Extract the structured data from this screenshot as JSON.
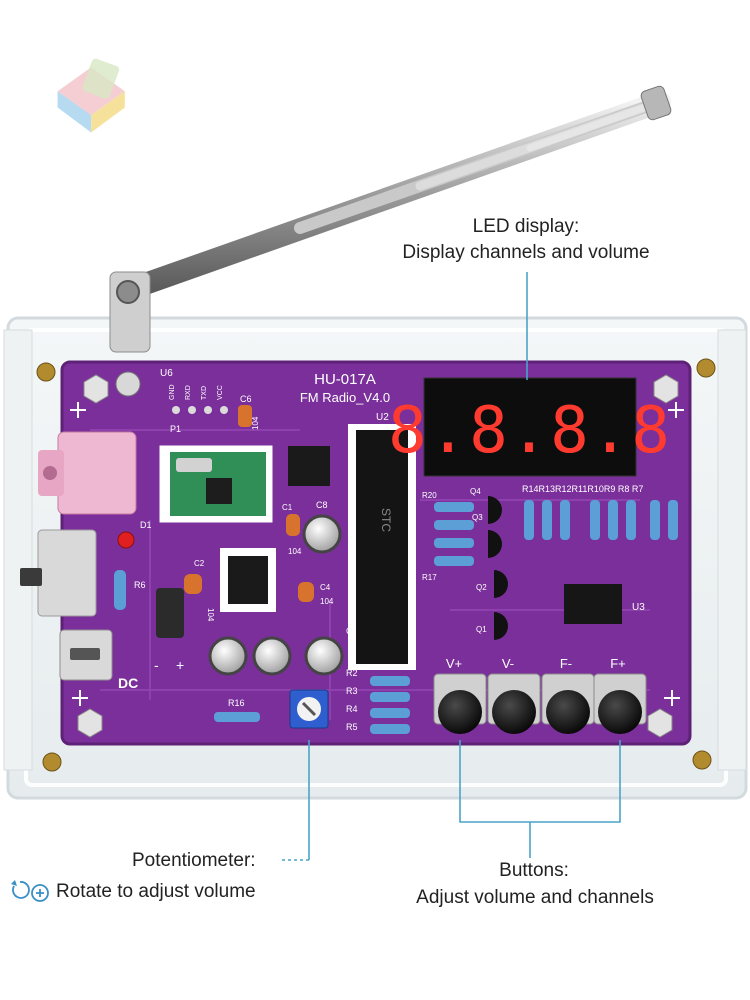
{
  "board": {
    "model": "HU-017A",
    "name": "FM Radio_V4.0",
    "pins": [
      "GND",
      "RXD",
      "TXD",
      "VCC"
    ],
    "pin_header": "P1",
    "u6": "U6",
    "u2": "U2",
    "u3": "U3",
    "c6": "C6",
    "c6_value": "104",
    "c8": "C8",
    "c1": "C1",
    "c2": "C2",
    "c4": "C4",
    "c9": "C9",
    "c104a": "104",
    "c104b": "104",
    "c104c": "104",
    "d1": "D1",
    "r6": "R6",
    "r16": "R16",
    "dc": "DC",
    "minus": "-",
    "plus": "+",
    "led_digits": "8.8.8.8",
    "chip_text": "STC",
    "resistor_row": "R14R13R12R11R10R9 R8 R7",
    "r20": "R20",
    "r17": "R17",
    "r2": "R2",
    "r3": "R3",
    "r4": "R4",
    "r5": "R5",
    "q1": "Q1",
    "q2": "Q2",
    "q3": "Q3",
    "q4": "Q4",
    "buttons": [
      "V+",
      "V-",
      "F-",
      "F+"
    ]
  },
  "callouts": {
    "led_title": "LED display:",
    "led_desc": "Display channels and volume",
    "pot_title": "Potentiometer:",
    "pot_desc": "Rotate to adjust volume",
    "buttons_title": "Buttons:",
    "buttons_desc": "Adjust volume and channels"
  },
  "colors": {
    "pcb": "#7a2f9a",
    "pcb_dark": "#5d2277",
    "led_red": "#e8322a",
    "callout_line": "#4aa3c9"
  }
}
